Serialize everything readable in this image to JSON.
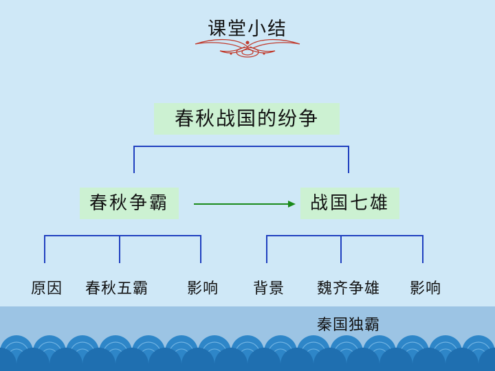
{
  "slide": {
    "title": "课堂小结",
    "root": "春秋战国的纷争",
    "branches": [
      {
        "label": "春秋争霸",
        "children": [
          "原因",
          "春秋五霸",
          "影响"
        ]
      },
      {
        "label": "战国七雄",
        "children": [
          "背景",
          "魏齐争雄",
          "影响",
          "秦国独霸"
        ]
      }
    ]
  },
  "colors": {
    "background": "#cfe8f7",
    "band": "#9cc4e4",
    "box_fill": "#ccf1d2",
    "connector": "#1f3fbf",
    "arrow": "#1a8a1a",
    "ornament": "#c0392b",
    "wave": "#2e86c8"
  }
}
